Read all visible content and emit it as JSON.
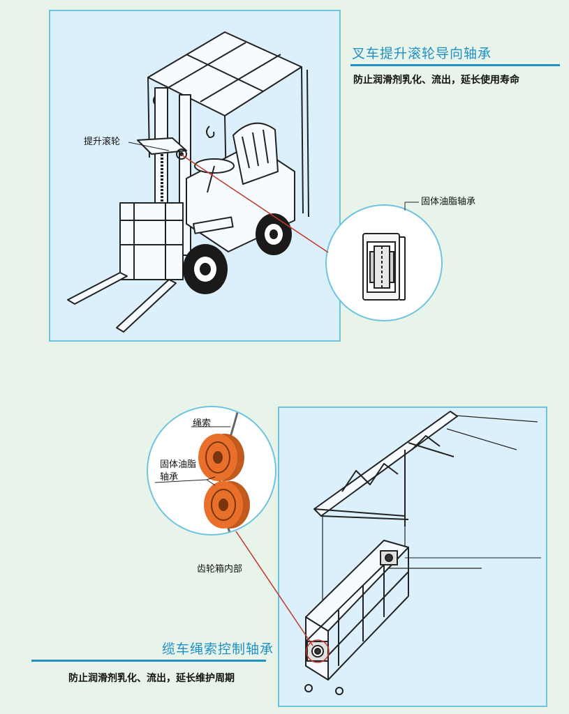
{
  "forklift_section": {
    "title": "叉车提升滚轮导向轴承",
    "subtitle": "防止润滑剂乳化、流出，延长使用寿命",
    "callout_lift_roller": "提升滚轮",
    "callout_bearing": "固体油脂轴承"
  },
  "gondola_section": {
    "title": "缆车绳索控制轴承",
    "subtitle": "防止润滑剂乳化、流出，延长维护周期",
    "callout_rope": "绳索",
    "callout_bearing_line1": "固体油脂",
    "callout_bearing_line2": "轴承",
    "callout_gearbox": "齿轮箱内部"
  },
  "colors": {
    "accent_blue": "#1f8fc4",
    "panel_bg": "#dcf0fb",
    "page_bg": "#e8f4ea",
    "pulley_orange": "#e8702a",
    "leader_red": "#c0392b"
  }
}
